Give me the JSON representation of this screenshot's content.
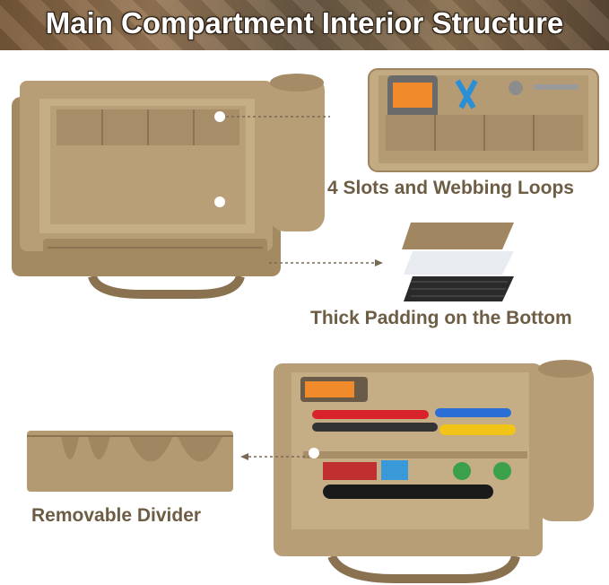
{
  "header": {
    "title": "Main Compartment Interior Structure"
  },
  "captions": {
    "slots": "4 Slots and Webbing Loops",
    "padding": "Thick Padding on the Bottom",
    "divider": "Removable Divider"
  },
  "colors": {
    "canvas_tan": "#b39a72",
    "canvas_dark": "#8c7452",
    "caption_text": "#6e5d45",
    "banner_text": "#ffffff"
  }
}
